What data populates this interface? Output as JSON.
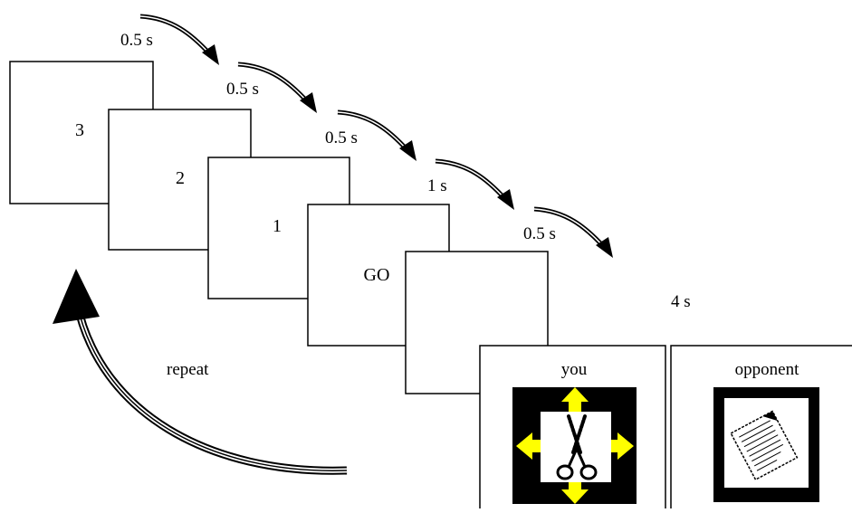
{
  "frames": [
    {
      "label": "3"
    },
    {
      "label": "2"
    },
    {
      "label": "1"
    },
    {
      "label": "GO"
    },
    {
      "label": ""
    }
  ],
  "durations": [
    "0.5 s",
    "0.5 s",
    "0.5 s",
    "1 s",
    "0.5 s"
  ],
  "result": {
    "duration": "4 s",
    "you": {
      "title": "you",
      "icon": "scissors-icon",
      "highlight": "#ffff00"
    },
    "opponent": {
      "title": "opponent",
      "icon": "paper-icon"
    }
  },
  "repeat_label": "repeat"
}
